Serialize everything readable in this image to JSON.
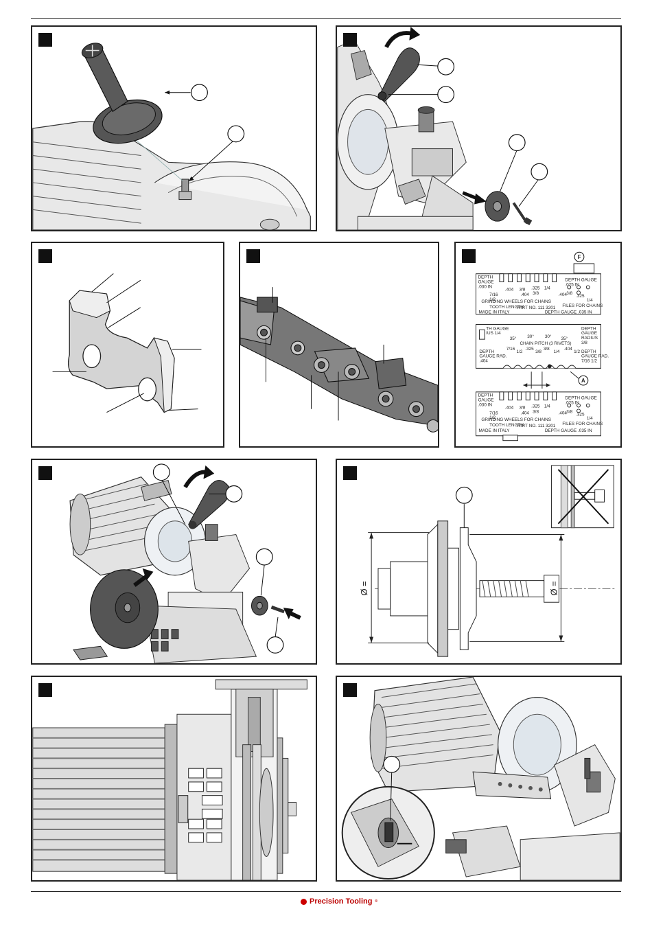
{
  "footer": {
    "brand": "Precision Tooling",
    "trademark": "®"
  },
  "gauge": {
    "tag_f": "F",
    "tag_a": "A",
    "top_card": {
      "depth_gauge_left": "DEPTH\nGAUGE\n.030 IN",
      "left_sizes": "7/16\n1/2",
      "sizes_row1": [
        ".404",
        "3/8",
        ".325",
        "1/4"
      ],
      "sizes_row2": [
        ".404",
        "3/8"
      ],
      "depth_gauge_right": "DEPTH GAUGE\n.025 IN",
      "right_sizes": [
        ".404",
        "3/8",
        ".325",
        "1/4"
      ],
      "grinding": "GRINDING WHEELS FOR CHAINS",
      "files": "FILES FOR CHAINS",
      "tooth_length": "TOOTH LENGTH",
      "made_in": "MADE IN ITALY",
      "part_no": "PART NO. 111 3201",
      "depth_035": "DEPTH GAUGE .035 IN"
    },
    "mid_card": {
      "depth_gauge": "TH GAUGE\nIUS 1/4",
      "chain_pitch": "CHAIN PITCH (3 RIVETS)",
      "angles": [
        "35°",
        "30°",
        "30°",
        "35°"
      ],
      "depth_radius": "DEPTH\nGAUGE\nRADIUS\n3/8",
      "depth_rad_left": "DEPTH\nGAUGE RAD.\n.404",
      "depth_rad_right": "DEPTH\nGAUGE RAD.\n7/16  1/2",
      "pitches": [
        "7/16",
        "1/2",
        ".325",
        "3/8",
        "3/8",
        "1/4",
        ".404",
        "1/2"
      ]
    },
    "bottom_card": {
      "depth_gauge_left": "DEPTH\nGAUGE\n.030 IN",
      "left_sizes": "7/16\n1/2",
      "sizes_row1": [
        ".404",
        "3/8",
        ".325",
        "1/4"
      ],
      "sizes_row2": [
        ".404",
        "3/8"
      ],
      "depth_gauge_right": "DEPTH GAUGE\n.025 IN",
      "right_sizes": [
        ".404",
        "3/8",
        ".325",
        "1/4"
      ],
      "grinding": "GRINDING WHEELS FOR CHAINS",
      "files": "FILES FOR CHAINS",
      "tooth_length": "TOOTH LENGTH",
      "made_in": "MADE IN ITALY",
      "part_no": "PART NO. 111 3201",
      "depth_035": "DEPTH GAUGE .035 IN"
    }
  },
  "dimension": {
    "left_symbol": "Ø =",
    "right_symbol": "Ø ="
  }
}
